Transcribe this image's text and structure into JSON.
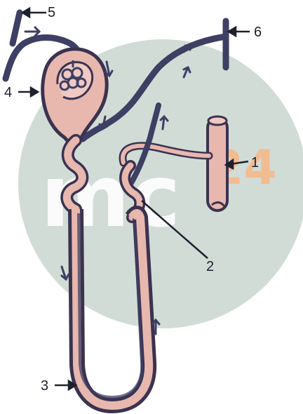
{
  "figure": {
    "watermark": {
      "text_main": "mc",
      "text_accent": "24",
      "circle_color": "#c9d6cf",
      "accent_color": "#f6b98a"
    },
    "colors": {
      "vessel": "#3d3f63",
      "tubule_fill": "#e8b7ae",
      "tubule_outline": "#3a3350",
      "background": "#ffffff"
    },
    "callouts": [
      {
        "id": "1",
        "label": "1"
      },
      {
        "id": "2",
        "label": "2"
      },
      {
        "id": "3",
        "label": "3"
      },
      {
        "id": "4",
        "label": "4"
      },
      {
        "id": "5",
        "label": "5"
      },
      {
        "id": "6",
        "label": "6"
      }
    ]
  }
}
